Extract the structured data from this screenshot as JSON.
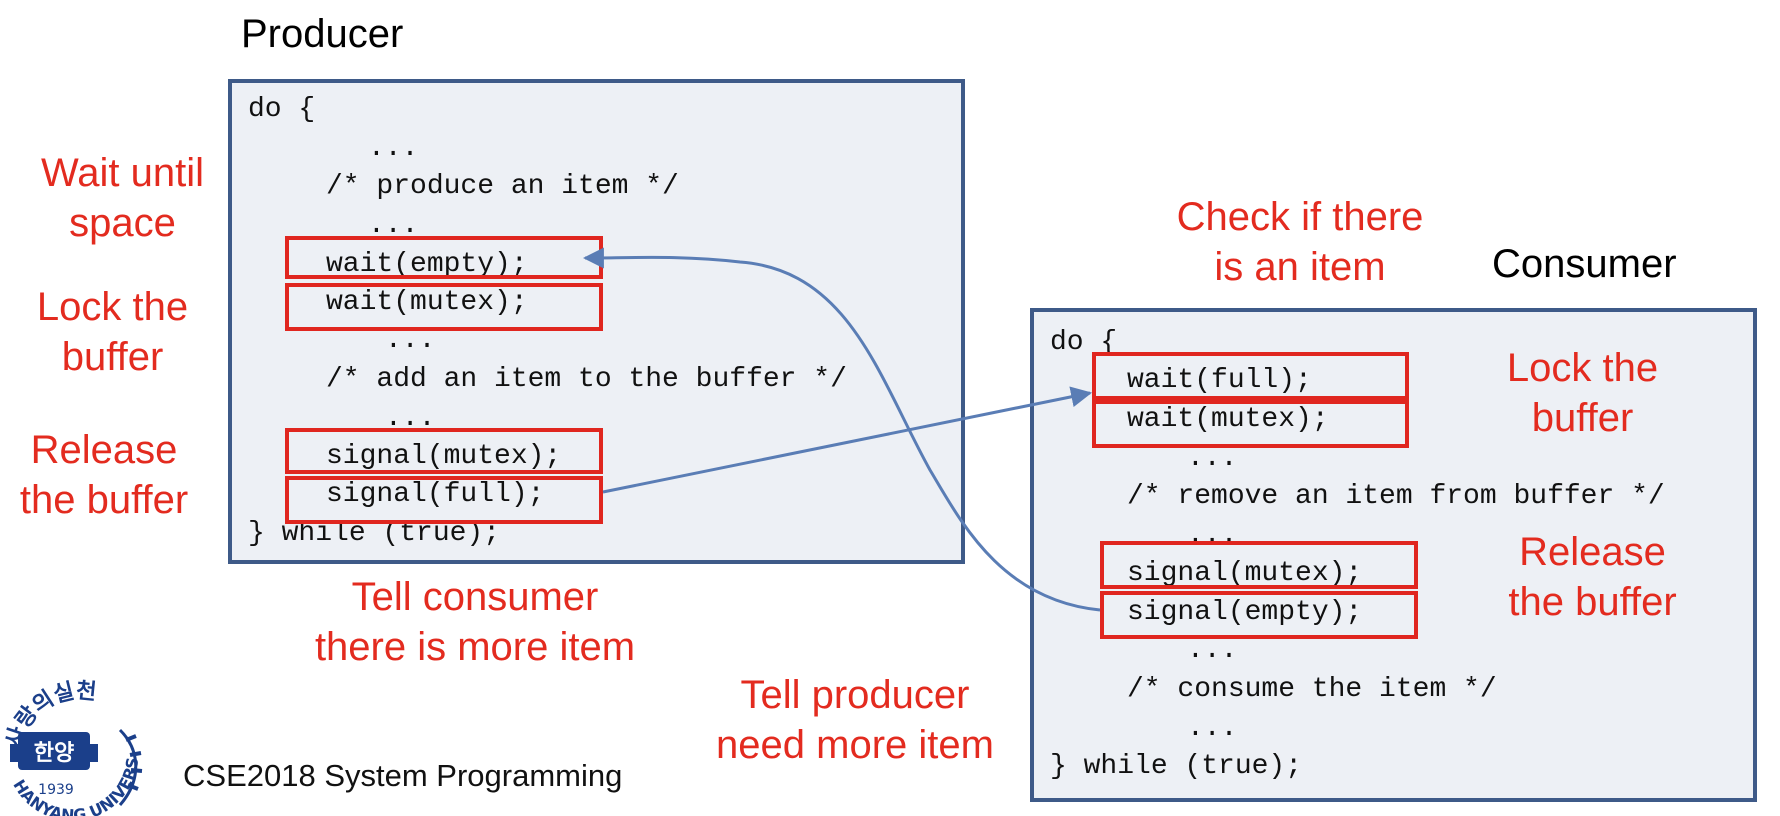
{
  "producer": {
    "title": "Producer",
    "lines": [
      "do {",
      "...",
      "/* produce an item */",
      "...",
      "wait(empty);",
      "wait(mutex);",
      "...",
      "/* add an item to the buffer */",
      "...",
      "signal(mutex);",
      "signal(full);",
      "} while (true);"
    ]
  },
  "consumer": {
    "title": "Consumer",
    "lines": [
      "do {",
      "wait(full);",
      "wait(mutex);",
      "...",
      "/* remove an item from buffer */",
      "...",
      "signal(mutex);",
      "signal(empty);",
      "...",
      "/* consume the item */",
      "...",
      "} while (true);"
    ]
  },
  "annotations": {
    "wait_space": [
      "Wait until",
      "space"
    ],
    "lock_buffer_p": [
      "Lock the",
      "buffer"
    ],
    "release_buffer_p": [
      "Release",
      "the buffer"
    ],
    "tell_consumer": [
      "Tell consumer",
      "there is more item"
    ],
    "check_item": [
      "Check if there",
      "is an item"
    ],
    "lock_buffer_c": [
      "Lock the",
      "buffer"
    ],
    "release_buffer_c": [
      "Release",
      "the buffer"
    ],
    "tell_producer": [
      "Tell producer",
      "need more item"
    ]
  },
  "footer": {
    "course": "CSE2018 System Programming"
  },
  "logo": {
    "top_text": "사랑의실천",
    "emblem_text": "한양",
    "year": "1939",
    "bottom_text": "HANYANG UNIVERSITY"
  },
  "colors": {
    "box_fill": "#edf0f5",
    "box_border": "#3e5a88",
    "highlight": "#e0261f",
    "annotation": "#e32b1f",
    "arrow": "#5a7db5",
    "logo": "#1b3f8a"
  }
}
